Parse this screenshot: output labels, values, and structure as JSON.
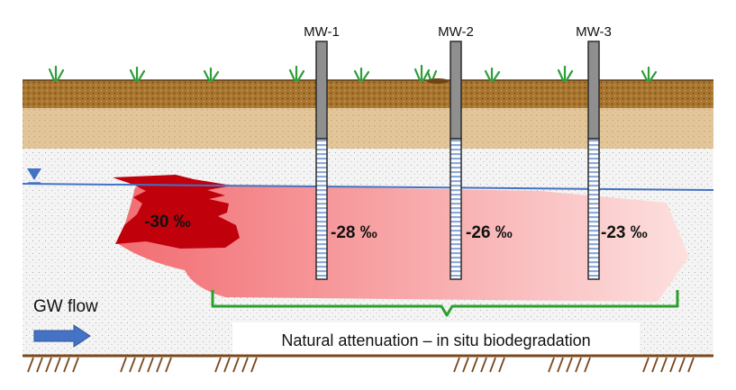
{
  "wells": [
    {
      "label": "MW-1"
    },
    {
      "label": "MW-2"
    },
    {
      "label": "MW-3"
    }
  ],
  "isotope_labels": [
    {
      "text": "-30 ‰"
    },
    {
      "text": "-28 ‰"
    },
    {
      "text": "-26 ‰"
    },
    {
      "text": "-23 ‰"
    }
  ],
  "flow_label": "GW flow",
  "caption": "Natural attenuation – in situ biodegradation",
  "colors": {
    "source_zone": "#c0000b",
    "plume_start": "#f26d72",
    "plume_end": "#fbd6d6",
    "water_table": "#4472c4",
    "flow_arrow": "#4472c4",
    "bracket": "#2ca02c",
    "topsoil": "#9c6b30",
    "subsoil": "#dfc394",
    "bedrock_line": "#7a4a1e",
    "grass": "#2e9e3a"
  },
  "icons": [
    "grass-icon",
    "water-table-marker-icon",
    "flow-arrow-icon",
    "bracket-icon"
  ]
}
